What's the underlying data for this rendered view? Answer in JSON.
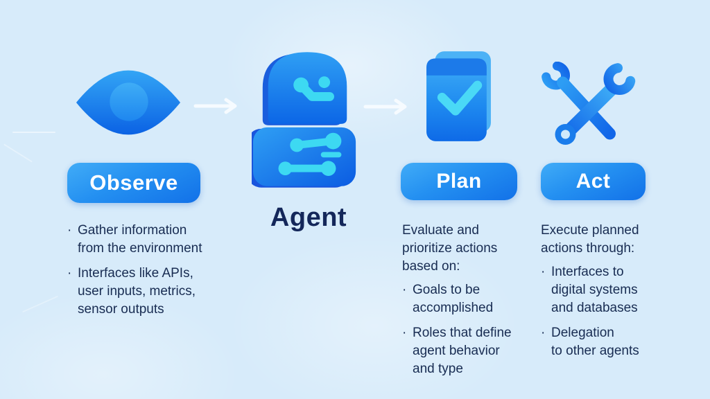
{
  "bullet_char": "·",
  "colors": {
    "background_light_blue": "#d7ebfa",
    "accent_blue_dark": "#0d66e6",
    "accent_blue_light": "#3fabf6",
    "cyan_accent": "#3dd9f2",
    "text_navy": "#182c52",
    "pill_text": "#ffffff",
    "arrow_white": "#f6fbff"
  },
  "stages": [
    {
      "id": "observe",
      "label": "Observe",
      "icon": "eye-icon",
      "bullets": [
        "Gather information\nfrom the environment",
        "Interfaces like APIs,\nuser inputs, metrics,\nsensor outputs"
      ]
    },
    {
      "id": "agent",
      "label": "Agent",
      "icon": "robot-icon"
    },
    {
      "id": "plan",
      "label": "Plan",
      "icon": "checklist-document-icon",
      "intro": "Evaluate and\nprioritize actions\nbased on:",
      "bullets": [
        "Goals to be\naccomplished",
        "Roles that define\nagent behavior\nand type"
      ]
    },
    {
      "id": "act",
      "label": "Act",
      "icon": "crossed-wrenches-icon",
      "intro": "Execute planned\nactions through:",
      "bullets": [
        "Interfaces to\ndigital systems\nand databases",
        "Delegation\nto other agents"
      ]
    }
  ]
}
